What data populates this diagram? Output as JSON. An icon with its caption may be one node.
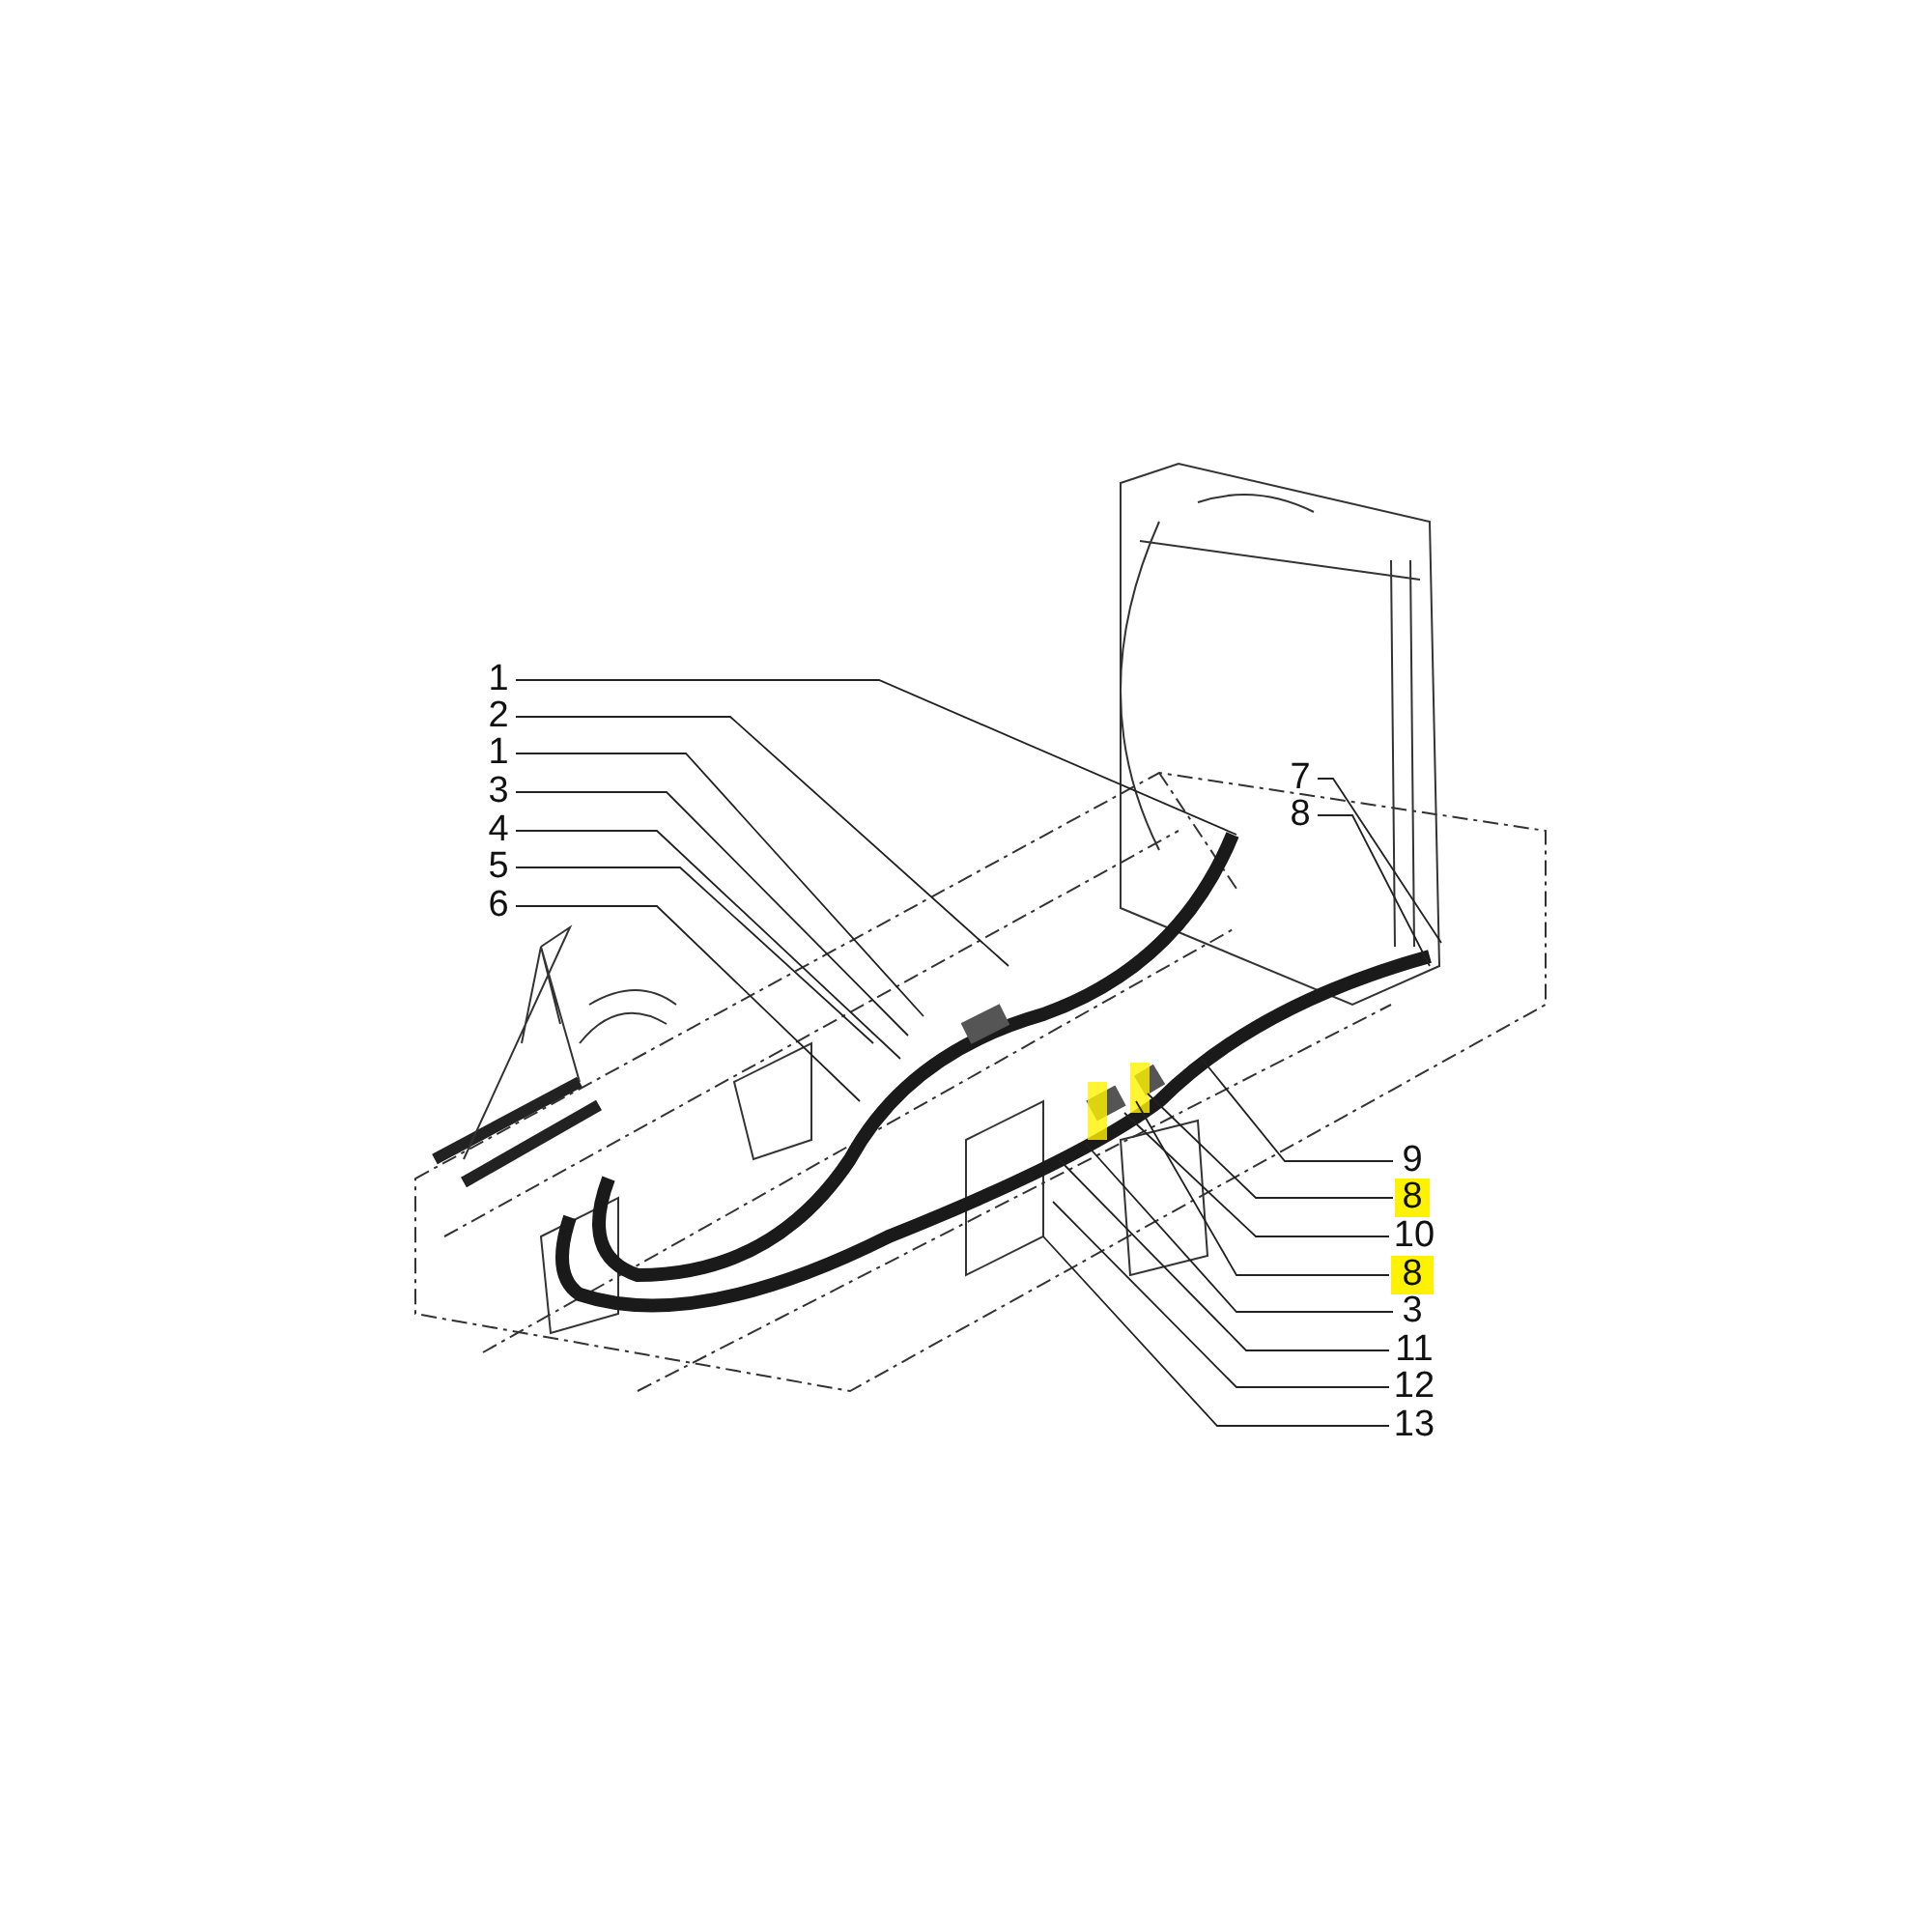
{
  "diagram": {
    "nodes": [
      {
        "text": [
          "1"
        ]
      },
      {
        "text": [
          "2"
        ]
      },
      {
        "text": [
          "1"
        ]
      },
      {
        "text": [
          "3"
        ]
      },
      {
        "text": [
          "4"
        ]
      },
      {
        "text": [
          "5"
        ]
      },
      {
        "text": [
          "6"
        ]
      },
      {
        "text": [
          "7"
        ]
      },
      {
        "text": [
          "8"
        ]
      },
      {
        "text": [
          "9"
        ]
      },
      {
        "text": [
          "8"
        ]
      },
      {
        "text": [
          "10"
        ]
      },
      {
        "text": [
          "8"
        ]
      },
      {
        "text": [
          "3"
        ]
      },
      {
        "text": [
          "11"
        ]
      },
      {
        "text": [
          "12"
        ]
      },
      {
        "text": [
          "13"
        ]
      }
    ],
    "edges": [
      {
        "from": 0,
        "to": null,
        "arrow": "none"
      },
      {
        "from": 1,
        "to": null,
        "arrow": "none"
      },
      {
        "from": 2,
        "to": null,
        "arrow": "none"
      },
      {
        "from": 3,
        "to": null,
        "arrow": "none"
      },
      {
        "from": 4,
        "to": null,
        "arrow": "none"
      },
      {
        "from": 5,
        "to": null,
        "arrow": "none"
      },
      {
        "from": 6,
        "to": null,
        "arrow": "none"
      },
      {
        "from": 7,
        "to": null,
        "arrow": "none"
      },
      {
        "from": 8,
        "to": null,
        "arrow": "none"
      },
      {
        "from": 9,
        "to": null,
        "arrow": "none"
      },
      {
        "from": 10,
        "to": null,
        "arrow": "none"
      },
      {
        "from": 11,
        "to": null,
        "arrow": "none"
      },
      {
        "from": 12,
        "to": null,
        "arrow": "none"
      },
      {
        "from": 13,
        "to": null,
        "arrow": "none"
      },
      {
        "from": 14,
        "to": null,
        "arrow": "none"
      },
      {
        "from": 15,
        "to": null,
        "arrow": "none"
      },
      {
        "from": 16,
        "to": null,
        "arrow": "none"
      }
    ]
  }
}
